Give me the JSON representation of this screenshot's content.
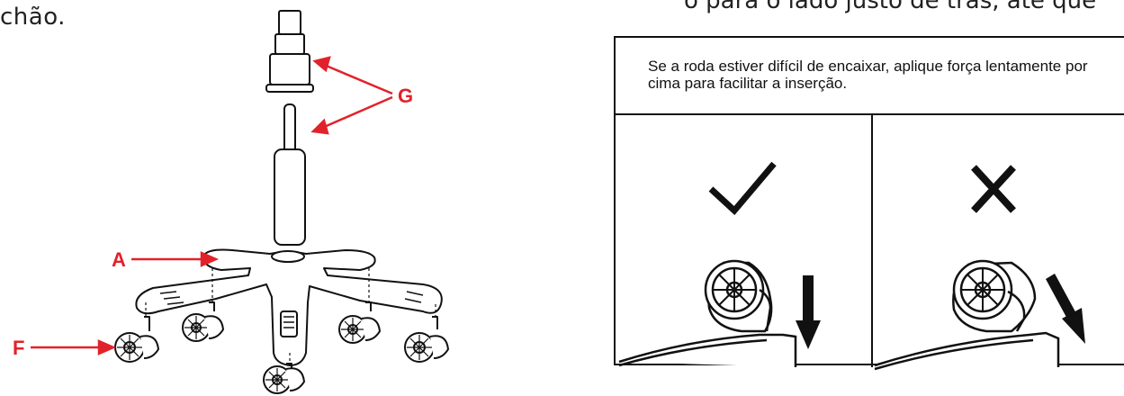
{
  "intro": {
    "text": "chão."
  },
  "top_cut": {
    "text": "o para o lado justo de trás, até que"
  },
  "labels": {
    "g": "G",
    "a": "A",
    "f": "F"
  },
  "tip": {
    "text": "Se a roda estiver difícil de encaixar, aplique força lentamente por cima para facilitar a inserção."
  },
  "icons": {
    "correct": "check-icon",
    "wrong": "cross-icon"
  },
  "colors": {
    "callout": "#e2222a",
    "line": "#111111"
  }
}
